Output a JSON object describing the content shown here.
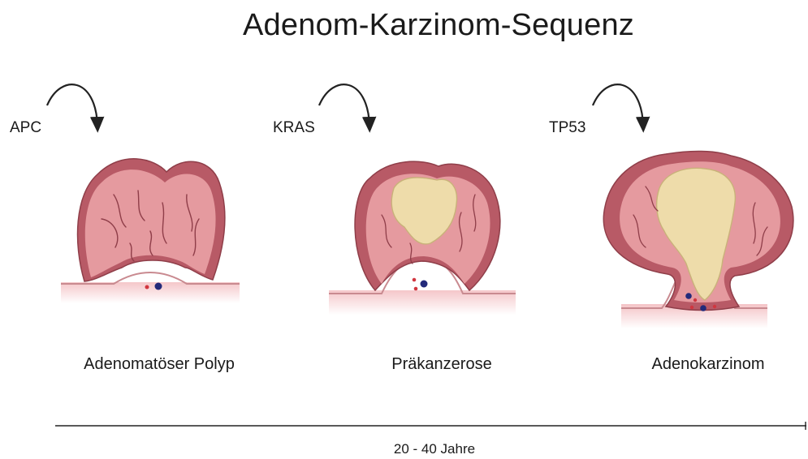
{
  "title": "Adenom-Karzinom-Sequenz",
  "stages": [
    {
      "gene": "APC",
      "label": "Adenomatöser Polyp"
    },
    {
      "gene": "KRAS",
      "label": "Präkanzerose"
    },
    {
      "gene": "TP53",
      "label": "Adenokarzinom"
    }
  ],
  "timeline": {
    "label": "20 - 40 Jahre"
  },
  "colors": {
    "outer_tissue": "#b85a66",
    "inner_tissue": "#e59a9f",
    "fold_lines": "#8f3e49",
    "tumor": "#eedcaa",
    "mucosa": "#f4c9cb",
    "vessel_blue": "#232a7a",
    "vessel_red": "#d1363f"
  }
}
